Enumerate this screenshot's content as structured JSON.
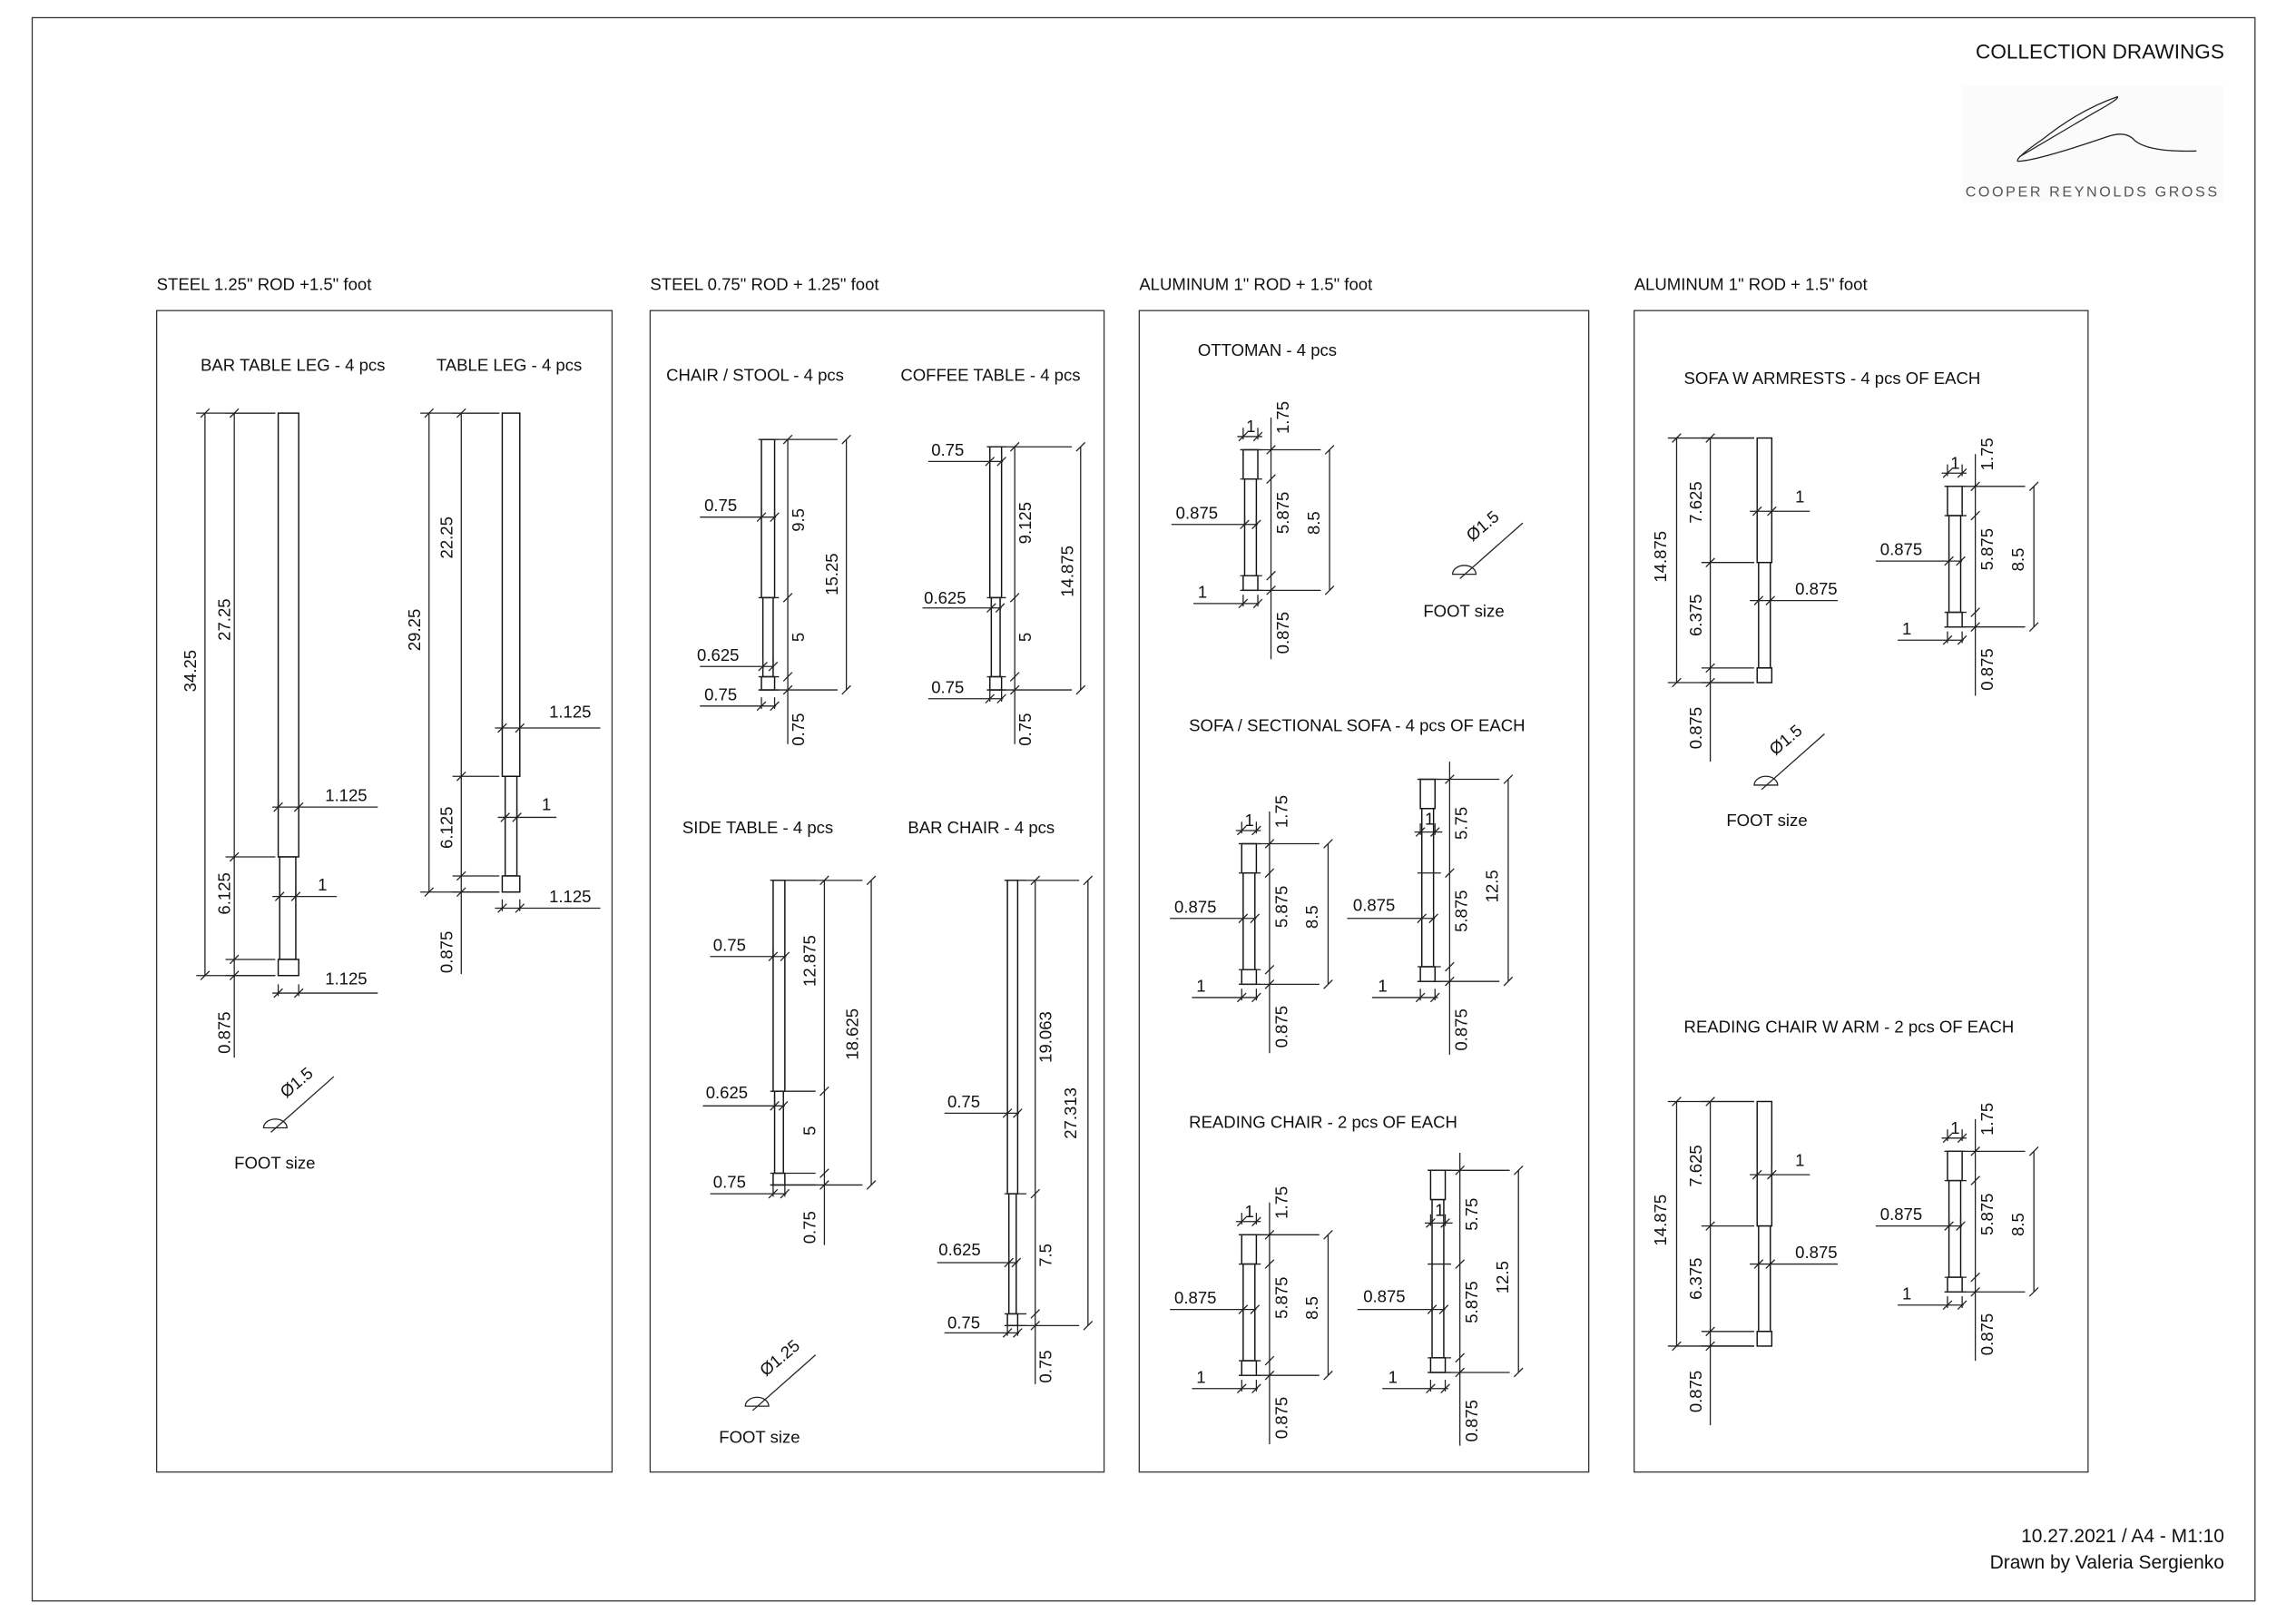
{
  "header": {
    "title": "COLLECTION DRAWINGS",
    "logo_text": "COOPER REYNOLDS GROSS"
  },
  "panels": [
    {
      "title": "STEEL 1.25\" ROD +1.5\" foot",
      "parts": [
        {
          "title": "BAR TABLE LEG - 4 pcs",
          "pieces": [
            {
              "dims": [
                "34.25",
                "27.25",
                "6.125",
                "0.875",
                "1.125",
                "1",
                "1.125"
              ]
            }
          ]
        },
        {
          "title": "TABLE LEG - 4 pcs",
          "pieces": [
            {
              "dims": [
                "29.25",
                "22.25",
                "6.125",
                "0.875",
                "1.125",
                "1",
                "1.125"
              ]
            }
          ]
        }
      ],
      "foot": {
        "diameter": "Ø1.5",
        "label": "FOOT size"
      }
    },
    {
      "title": "STEEL 0.75\" ROD + 1.25\" foot",
      "parts": [
        {
          "title": "CHAIR / STOOL - 4 pcs",
          "pieces": [
            {
              "dims": [
                "9.5",
                "5",
                "0.75",
                "15.25",
                "0.75",
                "0.625",
                "0.75"
              ]
            }
          ]
        },
        {
          "title": "COFFEE TABLE - 4 pcs",
          "pieces": [
            {
              "dims": [
                "9.125",
                "5",
                "0.75",
                "14.875",
                "0.75",
                "0.625",
                "0.75"
              ]
            }
          ]
        },
        {
          "title": "SIDE TABLE - 4 pcs",
          "pieces": [
            {
              "dims": [
                "12.875",
                "5",
                "0.75",
                "18.625",
                "0.75",
                "0.625",
                "0.75"
              ]
            }
          ]
        },
        {
          "title": "BAR CHAIR - 4 pcs",
          "pieces": [
            {
              "dims": [
                "19.063",
                "7.5",
                "0.75",
                "27.313",
                "0.75",
                "0.625",
                "0.75"
              ]
            }
          ]
        }
      ],
      "foot": {
        "diameter": "Ø1.25",
        "label": "FOOT size"
      }
    },
    {
      "title": "ALUMINUM 1\" ROD + 1.5\" foot",
      "parts": [
        {
          "title": "OTTOMAN - 4 pcs",
          "pieces": [
            {
              "dims": [
                "1",
                "0.875",
                "1",
                "1.75",
                "5.875",
                "0.875",
                "8.5"
              ]
            }
          ]
        },
        {
          "title": "SOFA / SECTIONAL SOFA - 4 pcs OF EACH",
          "pieces": [
            {
              "dims": [
                "1",
                "0.875",
                "1",
                "1.75",
                "5.875",
                "0.875",
                "8.5"
              ]
            },
            {
              "dims": [
                "1",
                "0.875",
                "1",
                "5.75",
                "5.875",
                "0.875",
                "12.5"
              ]
            }
          ]
        },
        {
          "title": "READING CHAIR - 2 pcs OF EACH",
          "pieces": [
            {
              "dims": [
                "1",
                "0.875",
                "1",
                "1.75",
                "5.875",
                "0.875",
                "8.5"
              ]
            },
            {
              "dims": [
                "1",
                "0.875",
                "1",
                "5.75",
                "5.875",
                "0.875",
                "12.5"
              ]
            }
          ]
        }
      ],
      "foot": {
        "diameter": "Ø1.5",
        "label": "FOOT size"
      }
    },
    {
      "title": "ALUMINUM 1\" ROD + 1.5\" foot",
      "parts": [
        {
          "title": "SOFA W ARMRESTS - 4 pcs OF EACH",
          "pieces": [
            {
              "dims": [
                "14.875",
                "7.625",
                "6.375",
                "0.875",
                "1",
                "0.875"
              ]
            },
            {
              "dims": [
                "1",
                "0.875",
                "1",
                "1.75",
                "5.875",
                "0.875",
                "8.5"
              ]
            }
          ]
        },
        {
          "title": "READING CHAIR W ARM - 2 pcs OF EACH",
          "pieces": [
            {
              "dims": [
                "14.875",
                "7.625",
                "6.375",
                "0.875",
                "1",
                "0.875"
              ]
            },
            {
              "dims": [
                "1",
                "0.875",
                "1",
                "1.75",
                "5.875",
                "0.875",
                "8.5"
              ]
            }
          ]
        }
      ],
      "foot": {
        "diameter": "Ø1.5",
        "label": "FOOT size"
      }
    }
  ],
  "footer": {
    "date_scale": "10.27.2021 / A4 - M1:10",
    "drawn_by": "Drawn by Valeria Sergienko"
  }
}
